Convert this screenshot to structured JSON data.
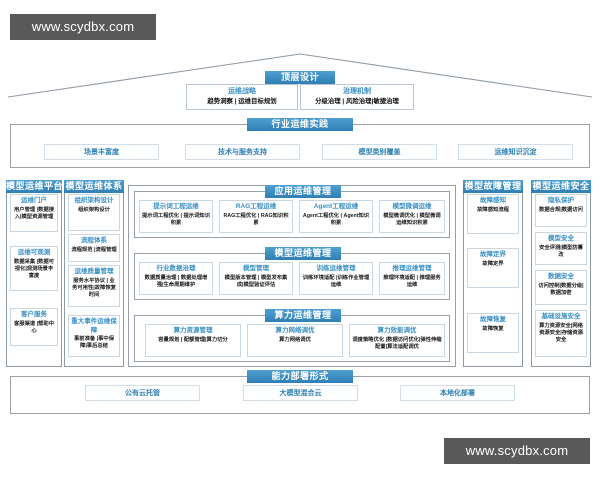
{
  "watermark": {
    "text": "www.scydbx.com"
  },
  "top_design": {
    "banner": "顶层设计",
    "boxes": [
      {
        "title": "运维战略",
        "sub": "趋势洞察 | 运维目标规划"
      },
      {
        "title": "治理机制",
        "sub": "分级治理 | 风险治理|敏捷治理"
      }
    ]
  },
  "industry_practice": {
    "banner": "行业运维实践",
    "items": [
      {
        "label": "场景丰富度"
      },
      {
        "label": "技术与服务支持"
      },
      {
        "label": "模型类别覆盖"
      },
      {
        "label": "运维知识沉淀"
      }
    ]
  },
  "platform_column": {
    "banner": "模型运维平台",
    "items": [
      {
        "title": "运维门户",
        "sub": "用户管理 |数据接入|模型资源管理"
      },
      {
        "title": "运维可观测",
        "sub": "数据采集 |数据可视化|观测场景丰富度"
      },
      {
        "title": "客户服务",
        "sub": "客服渠道 |帮助中心"
      }
    ]
  },
  "system_column": {
    "banner": "模型运维体系",
    "items": [
      {
        "title": "组织架构设计",
        "sub": "组织架构设计"
      },
      {
        "title": "流程体系",
        "sub": "流程规范 |流程管理"
      },
      {
        "title": "运维质量管理",
        "sub": "服务水平协议 | 业务可用性|故障恢复时间"
      },
      {
        "title": "重大事件运维保障",
        "sub": "事前准备 |事中保障|事后总结"
      }
    ]
  },
  "app_ops": {
    "banner": "应用运维管理",
    "items": [
      {
        "title": "提示词工程运维",
        "sub": "提示词工程优化 | 提示词知识积累"
      },
      {
        "title": "RAG工程运维",
        "sub": "RAG工程优化 | RAG知识积累"
      },
      {
        "title": "Agent工程运维",
        "sub": "Agent工程优化 | Agent知识积累"
      },
      {
        "title": "模型微调运维",
        "sub": "模型微调优化 | 模型微调运维知识积累"
      }
    ]
  },
  "model_ops": {
    "banner": "模型运维管理",
    "items": [
      {
        "title": "行业数据治理",
        "sub": "数据质量治理 | 数据处理增强|生命周期维护"
      },
      {
        "title": "模型管理",
        "sub": "模型版本管理 | 模型发布集成|模型验证评估"
      },
      {
        "title": "训练运维管理",
        "sub": "训练环境适配 |训练作业管理运维"
      },
      {
        "title": "推理运维管理",
        "sub": "推理环境适配 | 推理服务运维"
      }
    ]
  },
  "compute_ops": {
    "banner": "算力运维管理",
    "items": [
      {
        "title": "算力资源管理",
        "sub": "容量规划 | 配额管理|算力切分"
      },
      {
        "title": "算力网络调优",
        "sub": "算力网络调优"
      },
      {
        "title": "算力效能调优",
        "sub": "调度策略优化 |数据访问优化|弹性伸缩配置|算法适配调优"
      }
    ]
  },
  "fault_column": {
    "banner": "模型故障管理",
    "items": [
      {
        "title": "故障感知",
        "sub": "故障感知流程"
      },
      {
        "title": "故障定界",
        "sub": "故障定界"
      },
      {
        "title": "故障恢复",
        "sub": "故障恢复"
      }
    ]
  },
  "security_column": {
    "banner": "模型运维安全",
    "items": [
      {
        "title": "隐私保护",
        "sub": "数据合规|数据访问"
      },
      {
        "title": "模型安全",
        "sub": "安全评测|模型防篡改"
      },
      {
        "title": "数据安全",
        "sub": "访问控制|数据分级|数据加密"
      },
      {
        "title": "基础设施安全",
        "sub": "算力资源安全|网络资源安全|存储资源安全"
      }
    ]
  },
  "deployment": {
    "banner": "能力部署形式",
    "items": [
      {
        "label": "公有云托管"
      },
      {
        "label": "大模型混合云"
      },
      {
        "label": "本地化部署"
      }
    ]
  }
}
